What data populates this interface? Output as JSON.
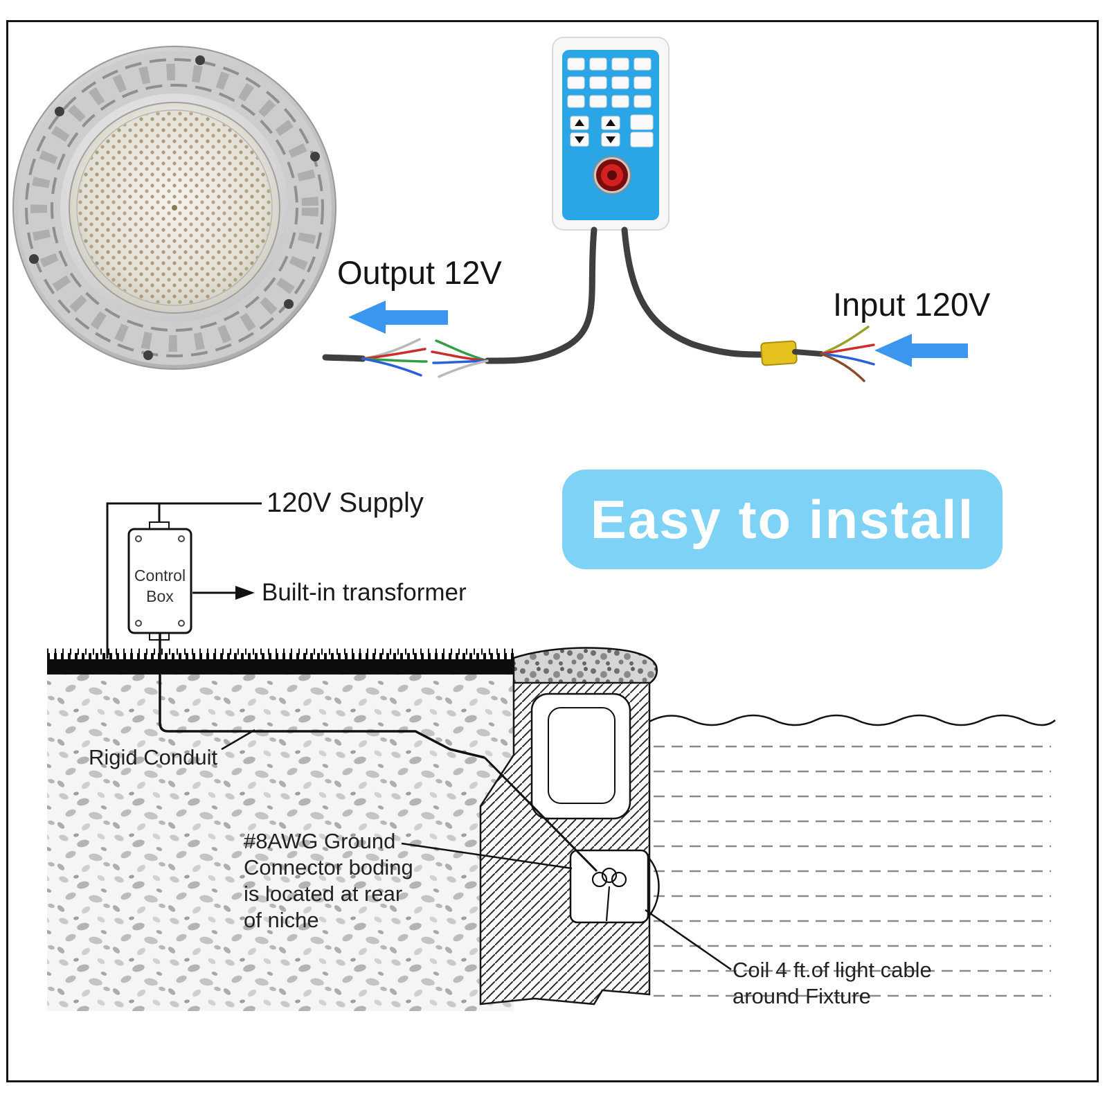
{
  "page": {
    "background": "#ffffff",
    "border_color": "#161616"
  },
  "colors": {
    "arrow_blue": "#3a96ee",
    "banner_blue": "#7ed2f6",
    "panel_blue": "#2aa6e6",
    "power_red": "#d42020",
    "wire_dark": "#3f3f3f",
    "connector_yellow": "#e6c21e",
    "strands": [
      "#b9b9b9",
      "#c9302c",
      "#2f9e44",
      "#2b5fd9",
      "#9aa12a",
      "#8a4a2a"
    ]
  },
  "top": {
    "output_label": "Output 12V",
    "input_label": "Input 120V"
  },
  "banner": {
    "text": "Easy to install"
  },
  "diagram": {
    "supply_label": "120V Supply",
    "control_box_line1": "Control",
    "control_box_line2": "Box",
    "transformer_label": "Built-in transformer",
    "rigid_conduit_label": "Rigid Conduit",
    "ground_note": [
      "#8AWG Ground",
      "Connector boding",
      "is located at rear",
      "of niche"
    ],
    "coil_note": [
      "Coil 4 ft.of light cable",
      "around Fixture"
    ]
  }
}
